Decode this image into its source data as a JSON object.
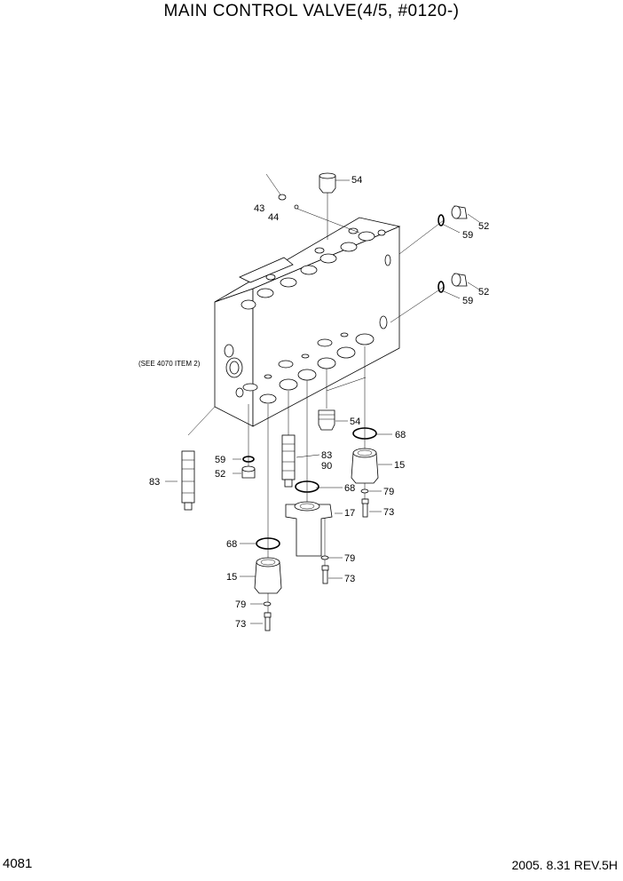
{
  "title": "MAIN CONTROL VALVE(4/5, #0120-)",
  "page_number": "4081",
  "revision": "2005. 8.31  REV.5H",
  "note": "(SEE 4070 ITEM 2)",
  "labels": {
    "l54a": "54",
    "l43": "43",
    "l44": "44",
    "l52a": "52",
    "l59a": "59",
    "l52b": "52",
    "l59b": "59",
    "l54b": "54",
    "l68a": "68",
    "l83a": "83",
    "l90": "90",
    "l15a": "15",
    "l59c": "59",
    "l52c": "52",
    "l83b": "83",
    "l68b": "68",
    "l79a": "79",
    "l17": "17",
    "l73a": "73",
    "l68c": "68",
    "l79b": "79",
    "l15b": "15",
    "l73b": "73",
    "l79c": "79",
    "l73c": "73"
  }
}
